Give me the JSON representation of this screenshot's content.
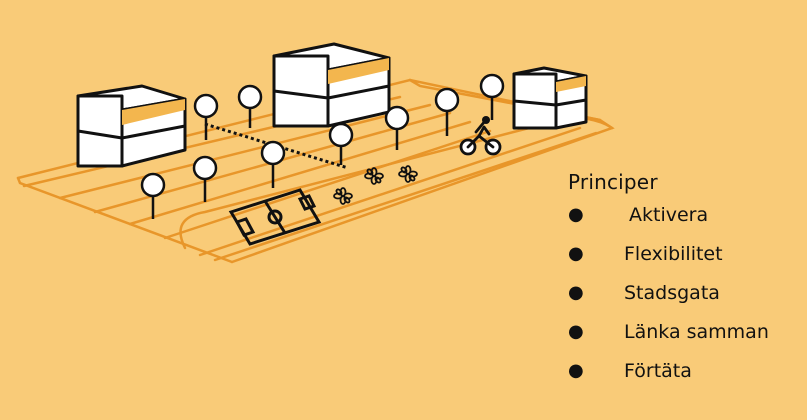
{
  "principles": {
    "title": "Principer",
    "items": [
      {
        "label": "Aktivera"
      },
      {
        "label": "Flexibilitet"
      },
      {
        "label": "Stadsgata"
      },
      {
        "label": "Länka samman"
      },
      {
        "label": "Förtäta"
      }
    ]
  },
  "colors": {
    "background": "#F9CB78",
    "street_lines": "#E8962A",
    "building_shadow": "#F3B64E",
    "outline": "#111111"
  },
  "icons": [
    "building-icon",
    "tree-icon",
    "football-field-icon",
    "flower-icon",
    "cyclist-icon"
  ]
}
